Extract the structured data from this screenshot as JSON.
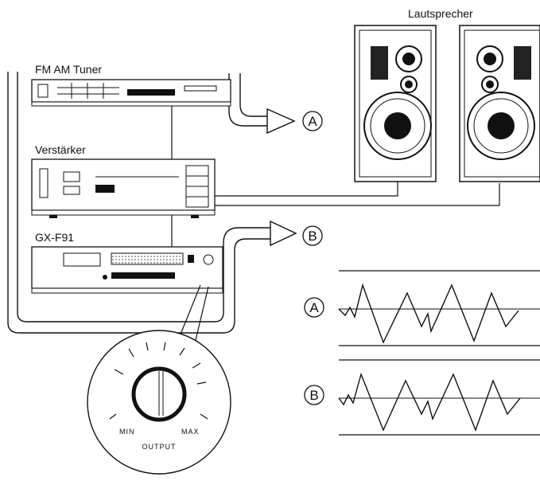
{
  "labels": {
    "speakers": "Lautsprecher",
    "tuner": "FM AM Tuner",
    "amplifier": "Verstärker",
    "deck": "GX-F91",
    "marker_a": "A",
    "marker_b": "B",
    "knob_min": "MIN",
    "knob_max": "MAX",
    "knob_output": "OUTPUT"
  },
  "colors": {
    "ink": "#111111",
    "paper": "#ffffff"
  }
}
